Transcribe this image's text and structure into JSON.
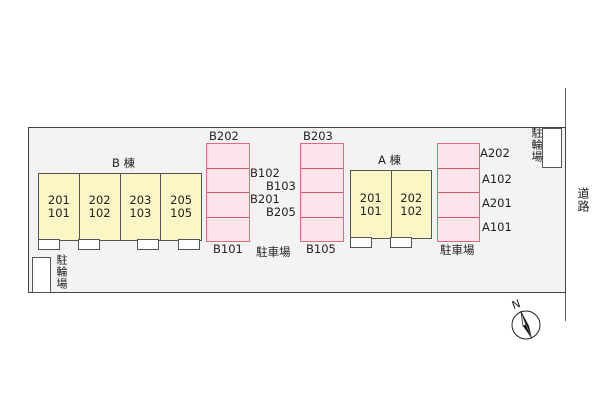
{
  "building_b": {
    "label": "B 棟",
    "units": [
      {
        "upper": "201",
        "lower": "101"
      },
      {
        "upper": "202",
        "lower": "102"
      },
      {
        "upper": "203",
        "lower": "103"
      },
      {
        "upper": "205",
        "lower": "105"
      }
    ]
  },
  "building_a": {
    "label": "A 棟",
    "units": [
      {
        "upper": "201",
        "lower": "101"
      },
      {
        "upper": "202",
        "lower": "102"
      }
    ]
  },
  "parking_b1": {
    "top": "B202",
    "side": [
      "B102",
      "B103",
      "B201",
      "B205"
    ],
    "bottom": "B101"
  },
  "parking_b2": {
    "top": "B203",
    "bottom": "B105"
  },
  "parking_a": {
    "side": [
      "A202",
      "A102",
      "A201",
      "A101"
    ]
  },
  "labels": {
    "parking": "駐車場",
    "bike": "駐輪場",
    "road": "道路",
    "north": "N"
  },
  "colors": {
    "building": "#fbf6c6",
    "parking": "#fde3ea",
    "parking_border": "#e06a80",
    "lot": "#f3f3f3"
  }
}
